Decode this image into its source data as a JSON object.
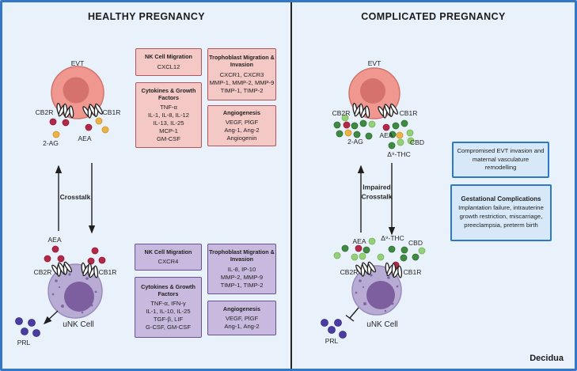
{
  "left": {
    "title": "HEALTHY PREGNANCY",
    "labels": {
      "evt": "EVT",
      "cb2r": "CB2R",
      "cb1r": "CB1R",
      "two_ag": "2-AG",
      "aea": "AEA",
      "crosstalk": "Crosstalk",
      "unk_aea": "AEA",
      "unk_cb2r": "CB2R",
      "unk_cb1r": "CB1R",
      "unk_cell": "uNK Cell",
      "prl": "PRL"
    },
    "evt_boxes": [
      {
        "title": "NK Cell Migration",
        "lines": [
          "CXCL12"
        ]
      },
      {
        "title": "Trophoblast Migration & Invasion",
        "lines": [
          "CXCR1, CXCR3",
          "MMP-1, MMP-2, MMP-9",
          "TIMP-1, TIMP-2"
        ]
      },
      {
        "title": "Cytokines & Growth Factors",
        "lines": [
          "TNF-α",
          "IL-1, IL-8, IL-12",
          "IL-13, IL-25",
          "MCP-1",
          "GM-CSF"
        ]
      },
      {
        "title": "Angiogenesis",
        "lines": [
          "VEGF, PlGF",
          "Ang-1, Ang-2",
          "Angiogenin"
        ]
      }
    ],
    "unk_boxes": [
      {
        "title": "NK Cell Migration",
        "lines": [
          "CXCR4"
        ]
      },
      {
        "title": "Trophoblast Migration & Invasion",
        "lines": [
          "IL-8, IP-10",
          "MMP-2, MMP-9",
          "TIMP-1, TIMP-2"
        ]
      },
      {
        "title": "Cytokines & Growth Factors",
        "lines": [
          "TNF-α, IFN-γ",
          "IL-1, IL-10, IL-25",
          "TGF-β, LIF",
          "G-CSF, GM-CSF"
        ]
      },
      {
        "title": "Angiogenesis",
        "lines": [
          "VEGF, PlGF",
          "Ang-1, Ang-2"
        ]
      }
    ]
  },
  "right": {
    "title": "COMPLICATED PREGNANCY",
    "labels": {
      "evt": "EVT",
      "cb2r": "CB2R",
      "cb1r": "CB1R",
      "two_ag": "2-AG",
      "aea": "AEA",
      "cbd": "CBD",
      "thc": "Δ⁹-THC",
      "impaired_crosstalk": "Impaired Crosstalk",
      "unk_aea": "AEA",
      "unk_thc": "Δ⁹-THC",
      "unk_cbd": "CBD",
      "unk_cb2r": "CB2R",
      "unk_cb1r": "CB1R",
      "unk_cell": "uNK Cell",
      "prl": "PRL"
    },
    "info_boxes": [
      {
        "body": "Compromised EVT invasion and maternal vasculature remodelling"
      },
      {
        "title": "Gestational Complications",
        "body": "Implantation failure, intrauterine growth restriction, miscarriage, preeclampsia, preterm birth"
      }
    ],
    "decidua": "Decidua"
  },
  "colors": {
    "panel_bg": "#e9f1fa",
    "frame_border": "#3377c6",
    "divider": "#262626",
    "pink_box_bg": "#f4c8c5",
    "pink_box_border": "#b25458",
    "purple_box_bg": "#c8bade",
    "purple_box_border": "#6a5191",
    "blue_box_bg": "#d7e9f9",
    "blue_box_border": "#2e79c7",
    "evt_cell": "#f09890",
    "evt_nucleus": "#d5726d",
    "unk_cell": "#b8acd4",
    "unk_nucleus": "#7d5fa0",
    "dot_red": "#b42847",
    "dot_yellow": "#ecb244",
    "dot_dark_green": "#3e8b42",
    "dot_light_green": "#93d077",
    "dot_prl": "#4a3ca0"
  }
}
